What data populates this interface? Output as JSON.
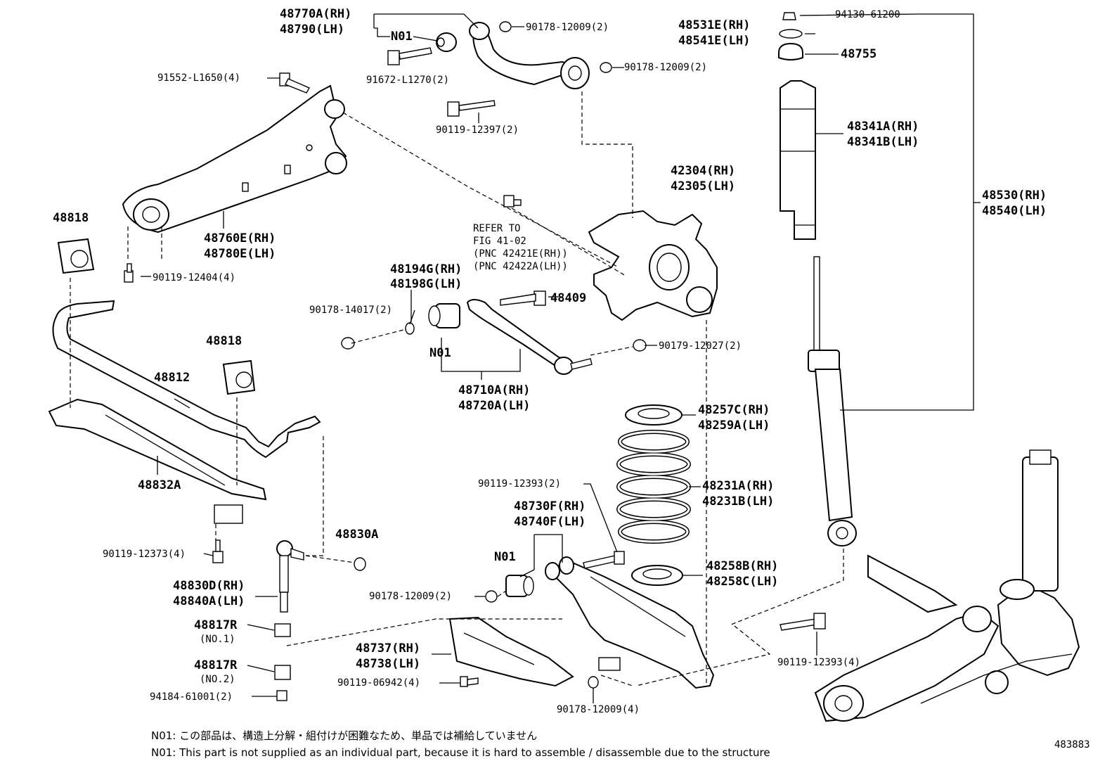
{
  "parts": {
    "p48770": [
      "48770A(RH)",
      "48790(LH)"
    ],
    "p90178_12009_a": "90178-12009(2)",
    "p94130": "94130-61200",
    "p48531": [
      "48531E(RH)",
      "48541E(LH)"
    ],
    "p48755": "48755",
    "n01_top": "N01",
    "p91672": "91672-L1270(2)",
    "p90178_12009_b": "90178-12009(2)",
    "p91552": "91552-L1650(4)",
    "p90119_12397": "90119-12397(2)",
    "p48341": [
      "48341A(RH)",
      "48341B(LH)"
    ],
    "p42304": [
      "42304(RH)",
      "42305(LH)"
    ],
    "p48530": [
      "48530(RH)",
      "48540(LH)"
    ],
    "p48818_a": "48818",
    "p48760": [
      "48760E(RH)",
      "48780E(LH)"
    ],
    "refer": [
      "REFER TO",
      "FIG 41-02",
      "(PNC 42421E(RH))",
      "(PNC 42422A(LH))"
    ],
    "p90119_12404": "90119-12404(4)",
    "p48194": [
      "48194G(RH)",
      "48198G(LH)"
    ],
    "p48409": "48409",
    "p90178_14017": "90178-14017(2)",
    "n01_mid": "N01",
    "p90179_12027": "90179-12027(2)",
    "p48818_b": "48818",
    "p48812": "48812",
    "p48710": [
      "48710A(RH)",
      "48720A(LH)"
    ],
    "p48257": [
      "48257C(RH)",
      "48259A(LH)"
    ],
    "p48832": "48832A",
    "p90119_12393_a": "90119-12393(2)",
    "p48231": [
      "48231A(RH)",
      "48231B(LH)"
    ],
    "p48730": [
      "48730F(RH)",
      "48740F(LH)"
    ],
    "p48830a": "48830A",
    "p90119_12373": "90119-12373(4)",
    "n01_low": "N01",
    "p48258": [
      "48258B(RH)",
      "48258C(LH)"
    ],
    "p48830d": [
      "48830D(RH)",
      "48840A(LH)"
    ],
    "p90178_12009_c": "90178-12009(2)",
    "p48817_1": "48817R",
    "no1": "(NO.1)",
    "p48737": [
      "48737(RH)",
      "48738(LH)"
    ],
    "p90119_12393_b": "90119-12393(4)",
    "p48817_2": "48817R",
    "no2": "(NO.2)",
    "p90119_06942": "90119-06942(4)",
    "p94184": "94184-61001(2)",
    "p90178_12009_d": "90178-12009(4)"
  },
  "notes": {
    "jp": "N01: この部品は、構造上分解・組付けが困難なため、単品では補給していません",
    "en": "N01: This part is not supplied as an individual part, because it is hard to assemble / disassemble due to the structure"
  },
  "figure_id": "483883"
}
